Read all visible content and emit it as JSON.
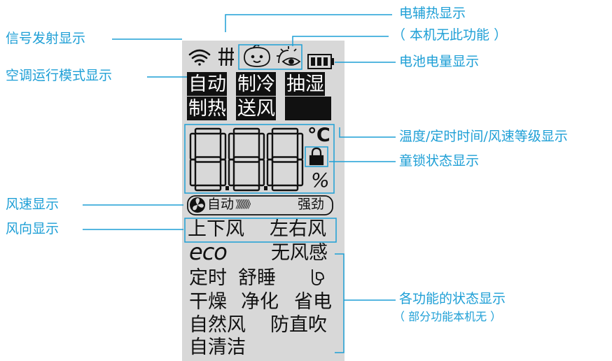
{
  "callouts_left": {
    "signal": "信号发射显示",
    "ac_mode": "空调运行模式显示",
    "fan_speed": "风速显示",
    "fan_direction": "风向显示"
  },
  "callouts_right": {
    "electric_heat": "电辅热显示",
    "not_available": "（ 本机无此功能 ）",
    "battery": "电池电量显示",
    "temp_timer_fan": "温度/定时时间/风速等级显示",
    "child_lock": "童锁状态显示",
    "functions": "各功能的状态显示",
    "functions_note": "（ 部分功能本机无 ）"
  },
  "lcd": {
    "modes_row1": [
      "自动",
      "制冷",
      "抽湿"
    ],
    "modes_row2": [
      "制热",
      "送风"
    ],
    "digits": "888",
    "unit_c": "℃",
    "unit_pct": "%",
    "fan_auto": "自动",
    "fan_chevrons": "》》》》》》》",
    "fan_strong": "强劲",
    "dir_updown": "上下风",
    "dir_leftright": "左右风",
    "eco": "eco",
    "no_wind": "无风感",
    "timer": "定时",
    "sleep": "舒睡",
    "dry": "干燥",
    "purify": "净化",
    "save": "省电",
    "natural": "自然风",
    "anti_direct": "防直吹",
    "self_clean": "自清洁"
  },
  "colors": {
    "callout": "#1e9fd6",
    "lcd_bg": "#d8d8d8",
    "segment": "#111111",
    "frame": "#1e9fd6"
  },
  "icons": [
    "wifi-signal-icon",
    "electric-heat-grid-icon",
    "baby-face-icon",
    "eye-sun-icon",
    "battery-icon",
    "lock-icon",
    "fan-icon",
    "leaf-icon"
  ]
}
